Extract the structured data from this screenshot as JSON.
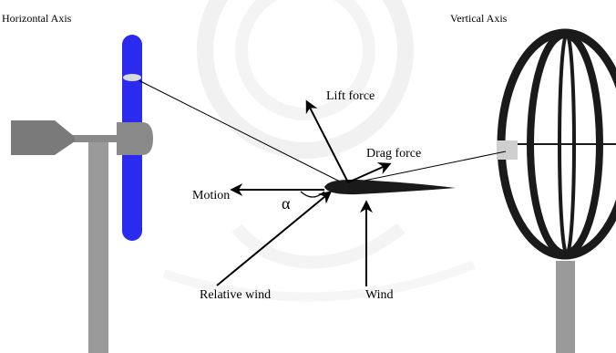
{
  "labels": {
    "horizontal_axis": "Horizontal Axis",
    "vertical_axis": "Vertical Axis",
    "lift_force": "Lift force",
    "drag_force": "Drag force",
    "motion": "Motion",
    "alpha": "α",
    "relative_wind": "Relative wind",
    "wind": "Wind"
  },
  "colors": {
    "blade_blue": "#2b2bf0",
    "tower_gray": "#9a9a9a",
    "nacelle_gray": "#7a7a7a",
    "dark": "#1a1a1a",
    "watermark": "#e3e3e3"
  },
  "icons": {
    "watermark": "ornamental-watermark",
    "arrow": "arrowhead"
  }
}
